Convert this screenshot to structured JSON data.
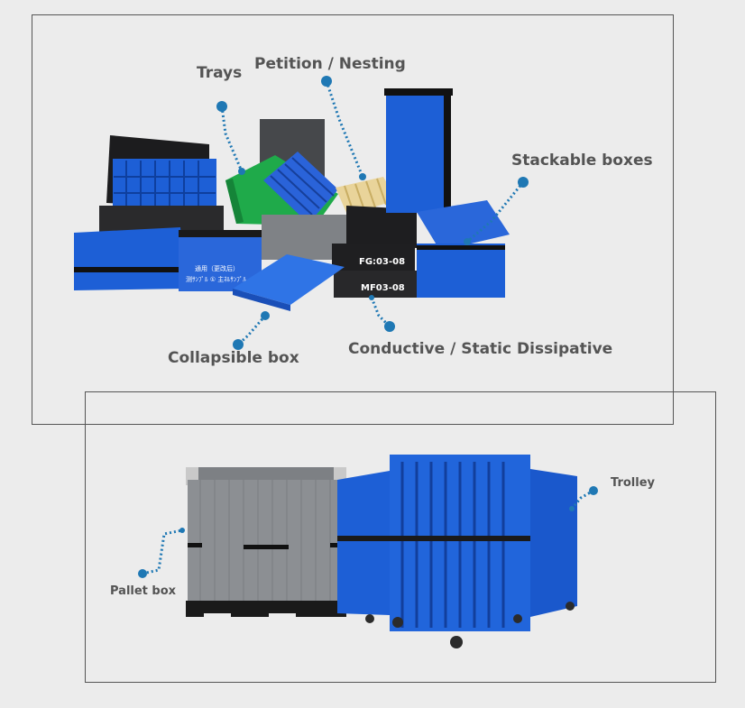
{
  "top_panel": {
    "labels": {
      "trays": "Trays",
      "petition": "Petition / Nesting",
      "stackable": "Stackable boxes",
      "collapsible": "Collapsible box",
      "conductive": "Conductive / Static Dissipative"
    },
    "product_markings": {
      "box_code_1": "FG:03-08",
      "box_code_2": "MF03-08",
      "small_box_text_1": "通用（更改后）",
      "small_box_text_2": "测ｻﾝﾌﾟﾙ ① 主ﾈﾙｻﾝﾌﾟﾙ"
    }
  },
  "bottom_panel": {
    "labels": {
      "pallet": "Pallet box",
      "trolley": "Trolley"
    }
  },
  "colors": {
    "background": "#ececec",
    "label_text": "#545454",
    "marker_dot": "#1f78b4",
    "product_blue": "#1d5fd6",
    "product_green": "#1faa4a",
    "product_gray": "#8c8f93"
  }
}
